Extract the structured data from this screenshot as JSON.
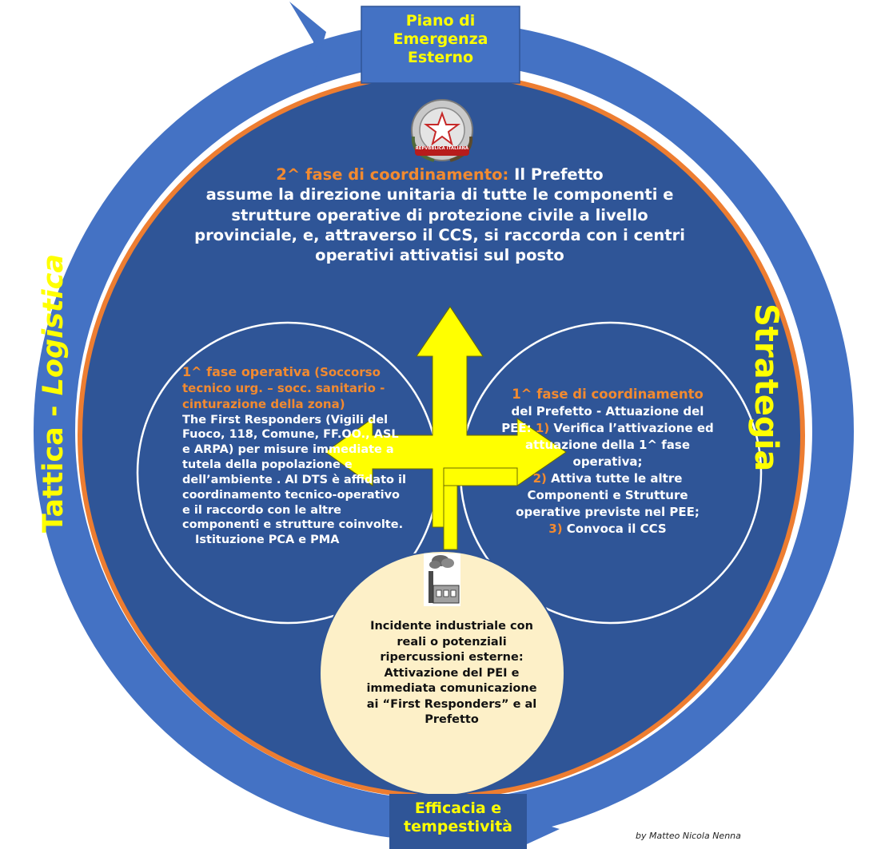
{
  "top_box": {
    "label": "Piano di Emergenza Esterno"
  },
  "bottom_box": {
    "label": "Efficacia e tempestività"
  },
  "left_label": {
    "part1": "Tattica - ",
    "part2": "Logistica"
  },
  "right_label": {
    "text": "Strategia"
  },
  "emblem": {
    "text": "REPVBBLICA ITALIANA"
  },
  "center": {
    "title": "2^ fase di coordinamento:",
    "body_lead": " Il Prefetto",
    "body": "assume la direzione unitaria  di tutte le componenti e strutture operative di protezione civile a livello provinciale, e, attraverso il CCS, si raccorda con i centri operativi attivatisi sul posto"
  },
  "left_circle": {
    "title": "1^ fase operativa",
    "subtitle": "(Soccorso tecnico urg. – socc. sanitario - cinturazione della zona)",
    "body": "The First Responders (Vigili del Fuoco, 118, Comune, FF.OO., ASL e ARPA) per misure immediate a tutela della popolazione e dell’ambiente . Al DTS è affidato il coordinamento tecnico-operativo e il  raccordo  con  le altre componenti e  strutture coinvolte.",
    "footer": "Istituzione PCA e PMA"
  },
  "right_circle": {
    "title": "1^ fase di  coordinamento",
    "line1": "del Prefetto - Attuazione del  PEE: ",
    "n1": "1)",
    "item1": " Verifica l’attivazione ed attuazione della 1^ fase operativa;",
    "n2": "2)",
    "item2": " Attiva tutte le altre Componenti e Strutture operative previste nel PEE;",
    "n3": "3)",
    "item3": " Convoca il CCS"
  },
  "bottom_circle": {
    "text": "Incidente industriale con reali o potenziali ripercussioni esterne: Attivazione del PEI e immediata comunicazione ai “First Responders” e al Prefetto"
  },
  "credit": {
    "text": "by  Matteo Nicola Nenna"
  },
  "colors": {
    "outer_ring": "#4472c4",
    "inner_disc": "#2f5597",
    "orange_ring": "#ed7d31",
    "arrow": "#ffff00",
    "bottom_circle": "#fdf0c8",
    "label_yellow": "#ffff00"
  }
}
